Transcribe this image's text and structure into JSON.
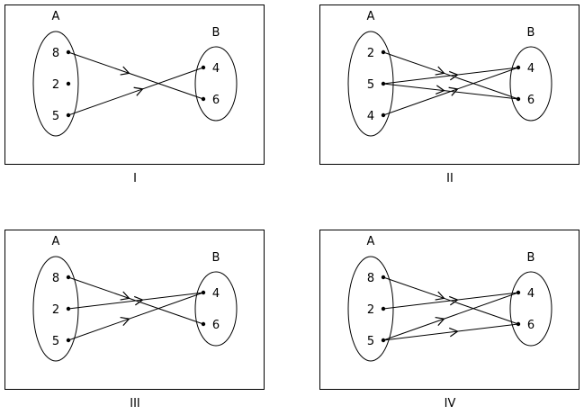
{
  "panels": [
    {
      "caption": "I",
      "set_a_label": "A",
      "set_b_label": "B",
      "a": [
        "8",
        "2",
        "5"
      ],
      "b": [
        "4",
        "6"
      ],
      "mappings": [
        [
          "8",
          "6"
        ],
        [
          "5",
          "4"
        ]
      ]
    },
    {
      "caption": "II",
      "set_a_label": "A",
      "set_b_label": "B",
      "a": [
        "2",
        "5",
        "4"
      ],
      "b": [
        "4",
        "6"
      ],
      "mappings": [
        [
          "2",
          "6"
        ],
        [
          "5",
          "4"
        ],
        [
          "5",
          "6"
        ],
        [
          "4",
          "4"
        ]
      ]
    },
    {
      "caption": "III",
      "set_a_label": "A",
      "set_b_label": "B",
      "a": [
        "8",
        "2",
        "5"
      ],
      "b": [
        "4",
        "6"
      ],
      "mappings": [
        [
          "8",
          "6"
        ],
        [
          "2",
          "4"
        ],
        [
          "5",
          "4"
        ]
      ]
    },
    {
      "caption": "IV",
      "set_a_label": "A",
      "set_b_label": "B",
      "a": [
        "8",
        "2",
        "5"
      ],
      "b": [
        "4",
        "6"
      ],
      "mappings": [
        [
          "8",
          "6"
        ],
        [
          "2",
          "4"
        ],
        [
          "5",
          "4"
        ],
        [
          "5",
          "6"
        ]
      ]
    }
  ]
}
